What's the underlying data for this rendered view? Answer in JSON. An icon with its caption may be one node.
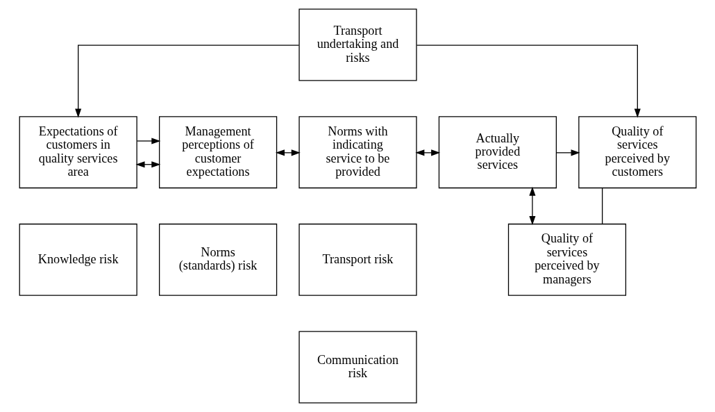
{
  "diagram": {
    "nodes": [
      {
        "text": [
          "Transport undertaking and risks"
        ]
      },
      {
        "text": [
          "Expectations of customers in quality services area"
        ]
      },
      {
        "text": [
          "Management perceptions of customer expectations"
        ]
      },
      {
        "text": [
          "Norms with indicating service to be provided"
        ]
      },
      {
        "text": [
          "Actually provided services"
        ]
      },
      {
        "text": [
          "Quality of services perceived by customers"
        ]
      },
      {
        "text": [
          "Knowledge risk"
        ]
      },
      {
        "text": [
          "Norms (standards) risk"
        ]
      },
      {
        "text": [
          "Transport risk"
        ]
      },
      {
        "text": [
          "Communication risk"
        ]
      },
      {
        "text": [
          "Quality of services perceived by managers"
        ]
      }
    ],
    "edges": [
      {
        "from": 0,
        "to": 1,
        "arrow": "to"
      },
      {
        "from": 0,
        "to": 5,
        "arrow": "to"
      },
      {
        "from": 1,
        "to": 2,
        "arrow": "to"
      },
      {
        "from": 4,
        "to": 5,
        "arrow": "to"
      },
      {
        "from": 1,
        "to": 2,
        "arrow": "both"
      },
      {
        "from": 2,
        "to": 3,
        "arrow": "both"
      },
      {
        "from": 3,
        "to": 4,
        "arrow": "both"
      },
      {
        "from": 5,
        "to": 10,
        "arrow": "none"
      },
      {
        "from": 4,
        "to": 10,
        "arrow": "both"
      }
    ]
  }
}
